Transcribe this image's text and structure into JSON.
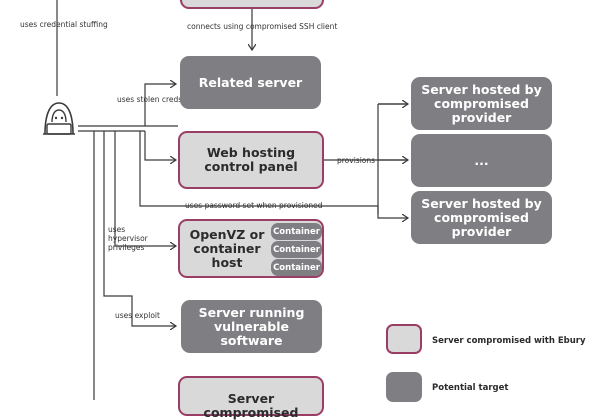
{
  "colors": {
    "target": "#7f7f83",
    "compromised_fill": "#d9d9d9",
    "compromised_border": "#9a3e66",
    "line": "#3a3a3a"
  },
  "actor": {
    "icon": "hooded-attacker-icon"
  },
  "edges": {
    "credential_stuffing": "uses credential stuffing",
    "ssh_client": "connects using compromised SSH client",
    "stolen_creds": "uses stolen creds",
    "provisions": "provisions",
    "password_set": "uses password set when provisioned",
    "hypervisor": "uses hypervisor privileges",
    "exploit": "uses exploit"
  },
  "nodes": {
    "related_server": "Related server",
    "web_hosting": "Web hosting control panel",
    "hosted_1": "Server hosted by compromised provider",
    "hosted_ellipsis": "...",
    "hosted_2": "Server hosted by compromised provider",
    "openvz": "OpenVZ or container host",
    "container": "Container",
    "vuln_server": "Server running vulnerable software",
    "bottom_server": "Server compromised"
  },
  "legend": {
    "compromised": "Server compromised with Ebury",
    "target": "Potential target"
  }
}
